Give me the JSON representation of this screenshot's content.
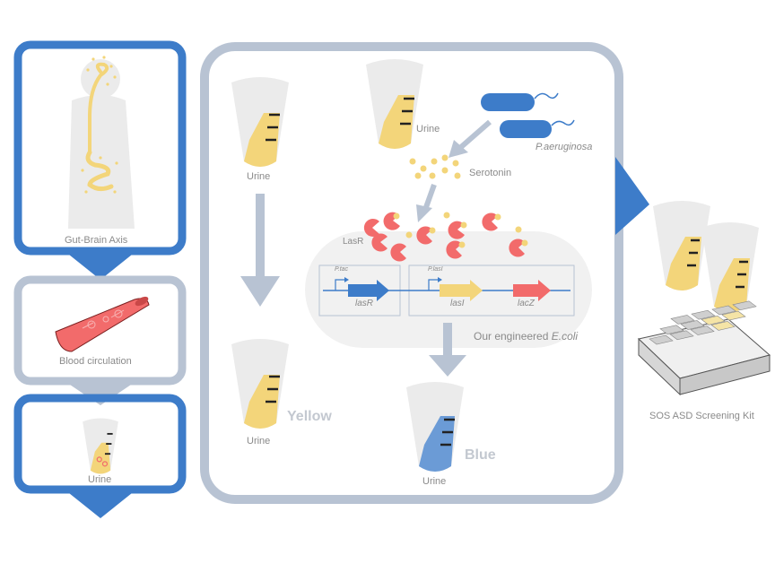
{
  "colors": {
    "blue_frame": "#3d7cc9",
    "grey_frame": "#b8c3d3",
    "urine_yellow": "#f3d57a",
    "urine_blue": "#6b9bd6",
    "tube_grey": "#ebebeb",
    "lasR_pink": "#f26b6b",
    "gene_lasR": "#3d7cc9",
    "gene_lasI": "#f3d57a",
    "gene_lacZ": "#f26b6b",
    "arrow_grey": "#b8c3d3",
    "text_grey": "#8a8a8a",
    "kit_well_yellow": "#f5e4a6"
  },
  "left_column": {
    "panels": [
      {
        "label": "Gut-Brain Axis",
        "icon": "human-body-gut-icon"
      },
      {
        "label": "Blood circulation",
        "icon": "blood-vessel-icon"
      },
      {
        "label": "Urine",
        "icon": "urine-tube-icon"
      }
    ]
  },
  "main_panel": {
    "left_branch": {
      "top_tube_label": "Urine",
      "bottom_tube_label": "Urine",
      "result_color_label": "Yellow"
    },
    "right_branch": {
      "top_tube_label": "Urine",
      "bacteria_label": "P.aeruginosa",
      "serotonin_label": "Serotonin",
      "lasR_label": "LasR",
      "circuit": {
        "promoters": [
          "P.tac",
          "P.lasI"
        ],
        "genes": [
          "lasR",
          "lasI",
          "lacZ"
        ]
      },
      "cell_label_prefix": "Our engineered ",
      "cell_label_species": "E.coli",
      "bottom_tube_label": "Urine",
      "result_color_label": "Blue"
    }
  },
  "output": {
    "kit_label": "SOS ASD Screening Kit",
    "kit_well_states": [
      "grey",
      "grey",
      "grey",
      "yellow",
      "grey",
      "grey",
      "yellow",
      "yellow",
      "grey",
      "grey",
      "grey",
      "grey"
    ]
  }
}
